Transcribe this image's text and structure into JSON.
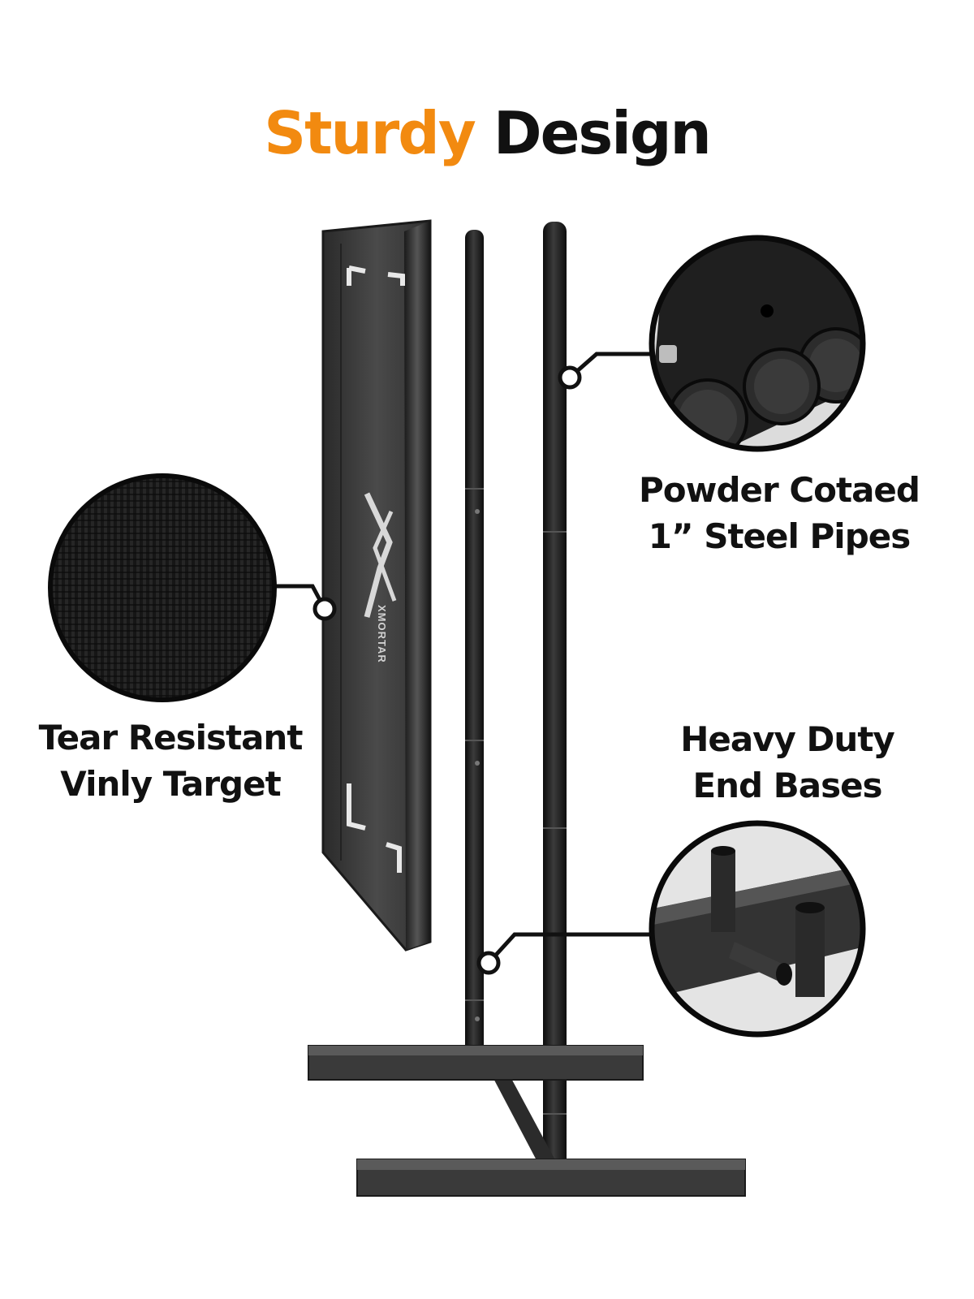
{
  "headline": {
    "accent": "Sturdy",
    "main": "Design"
  },
  "callouts": {
    "pipes": {
      "line1": "Powder Cotaed",
      "line2": "1” Steel Pipes"
    },
    "bases": {
      "line1": "Heavy Duty",
      "line2": "End Bases"
    },
    "vinyl": {
      "line1": "Tear Resistant",
      "line2": "Vinly Target"
    }
  },
  "target_logo_text": "XMORTAR",
  "colors": {
    "accent": "#f28a10",
    "text": "#111111",
    "steel": "#1e1e1e",
    "vinyl": "#3a3a3a"
  }
}
